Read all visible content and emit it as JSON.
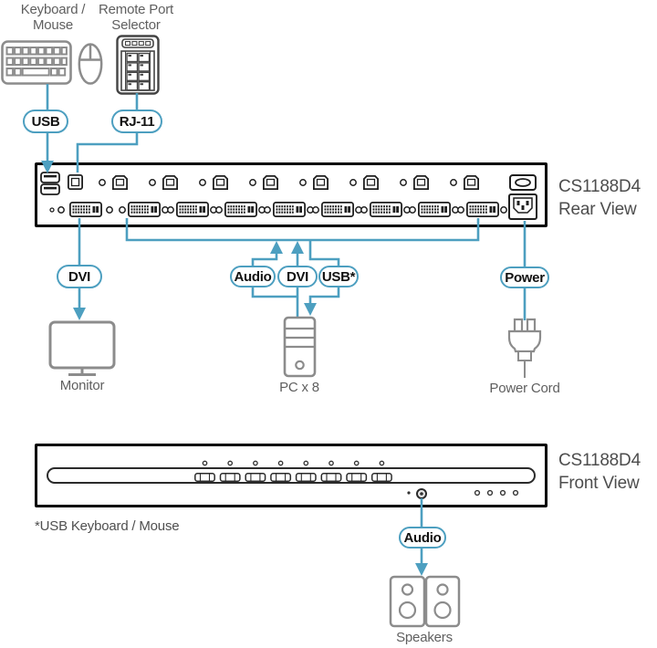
{
  "accent_color": "#4d9fc0",
  "top": {
    "keyboard_mouse_label": {
      "line1": "Keyboard /",
      "line2": "Mouse"
    },
    "remote_selector_label": {
      "line1": "Remote Port",
      "line2": "Selector"
    },
    "usb_pill": "USB",
    "rj11_pill": "RJ-11"
  },
  "rear_view": {
    "model": "CS1188D4",
    "view": "Rear View"
  },
  "connections": {
    "dvi_monitor_pill": "DVI",
    "audio_pill": "Audio",
    "dvi_pc_pill": "DVI",
    "usb_pc_pill": "USB*",
    "power_pill": "Power",
    "monitor_label": "Monitor",
    "pc_label": "PC x 8",
    "power_cord_label": "Power Cord"
  },
  "front_view": {
    "model": "CS1188D4",
    "view": "Front View",
    "footnote": "*USB Keyboard / Mouse",
    "audio_pill": "Audio",
    "speakers_label": "Speakers"
  }
}
